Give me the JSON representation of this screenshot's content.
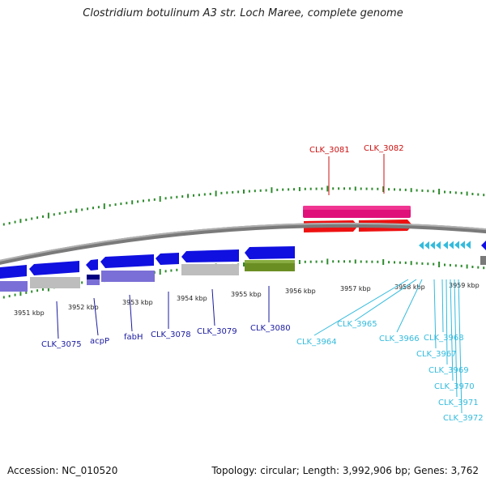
{
  "title": "Clostridium botulinum A3 str. Loch Maree, complete genome",
  "footer": {
    "accession_label": "Accession:",
    "accession": "NC_010520",
    "topology_label": "Topology:",
    "topology": "circular",
    "length_label": "Length:",
    "length": "3,992,906 bp",
    "genes_label": "Genes:",
    "genes": "3,762"
  },
  "colors": {
    "backbone": "#888888",
    "blue_gene": "#1010e0",
    "lavender_gene": "#7a6fd6",
    "gray_gene": "#bdbdbd",
    "olive_gene": "#6b8e23",
    "pink_gene": "#e0107a",
    "red_gene": "#ee1111",
    "tick": "#2e8b2e",
    "label_dark_blue": "#1a1aa0",
    "label_red": "#cc1111",
    "label_cyan": "#33bbdd"
  },
  "scale": {
    "kbp_labels": [
      "3951 kbp",
      "3952 kbp",
      "3953 kbp",
      "3954 kbp",
      "3955 kbp",
      "3956 kbp",
      "3957 kbp",
      "3958 kbp",
      "3959 kbp"
    ]
  },
  "gene_labels": {
    "forward": [
      "CLK_3081",
      "CLK_3082"
    ],
    "reverse": [
      "CLK_3075",
      "acpP",
      "fabH",
      "CLK_3078",
      "CLK_3079",
      "CLK_3080"
    ],
    "reverse_small": [
      "CLK_3964",
      "CLK_3965",
      "CLK_3966",
      "CLK_3967",
      "CLK_3968",
      "CLK_3969",
      "CLK_3970",
      "CLK_3971",
      "CLK_3972"
    ]
  }
}
